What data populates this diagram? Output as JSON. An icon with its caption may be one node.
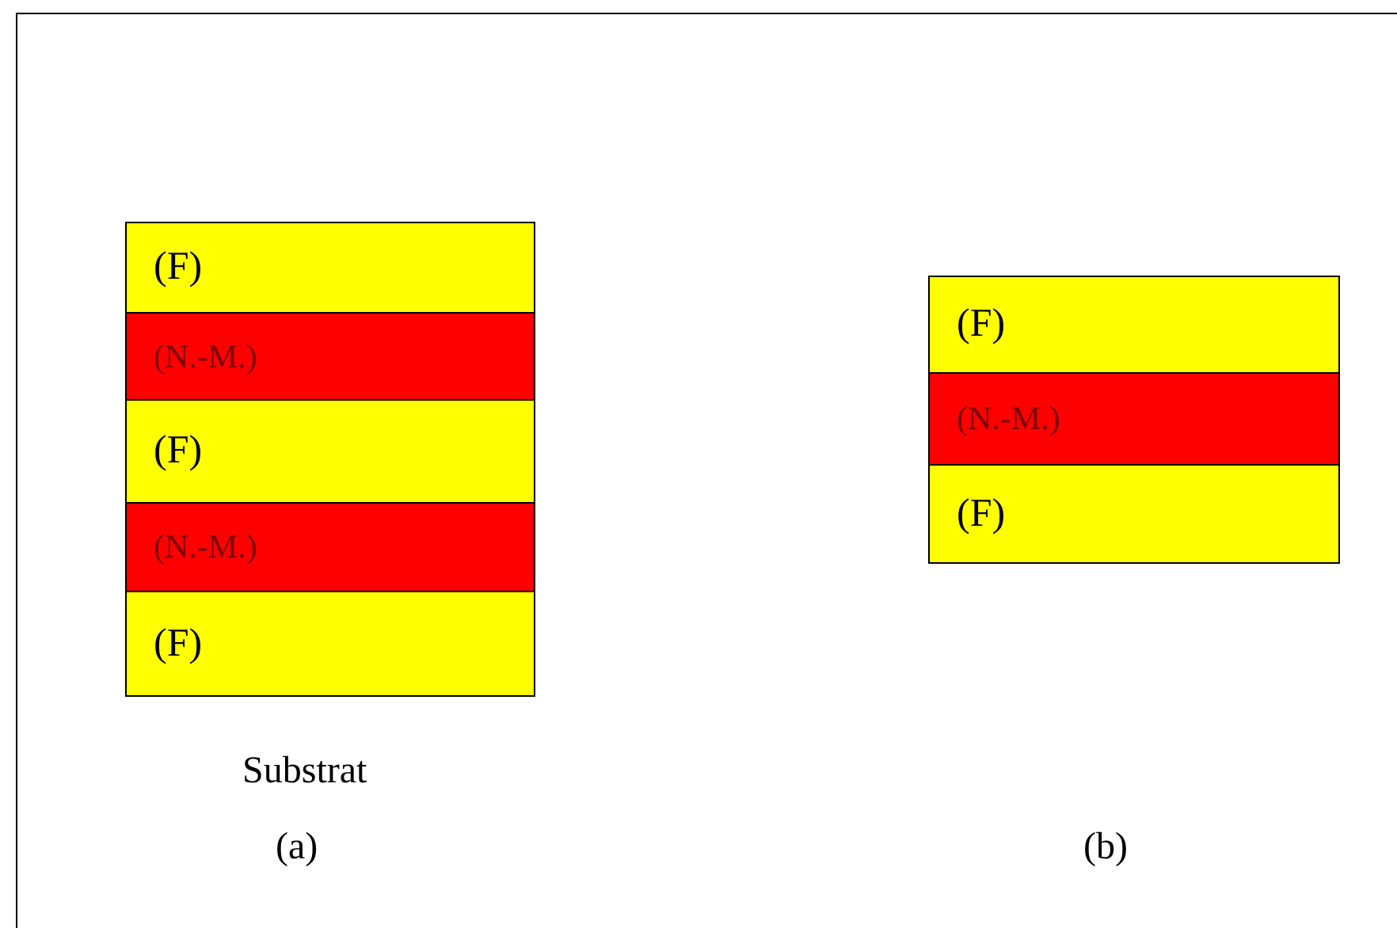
{
  "diagram": {
    "nodes": [
      {
        "text": [
          "(F)"
        ]
      },
      {
        "text": [
          "(N.-M.)"
        ]
      },
      {
        "text": [
          "(F)"
        ]
      },
      {
        "text": [
          "(N.-M.)"
        ]
      },
      {
        "text": [
          "(F)"
        ]
      },
      {
        "text": [
          "(F)"
        ]
      },
      {
        "text": [
          "(N.-M.)"
        ]
      },
      {
        "text": [
          "(F)"
        ]
      }
    ],
    "labels": [
      "Substrat",
      "(a)",
      "(b)"
    ]
  }
}
